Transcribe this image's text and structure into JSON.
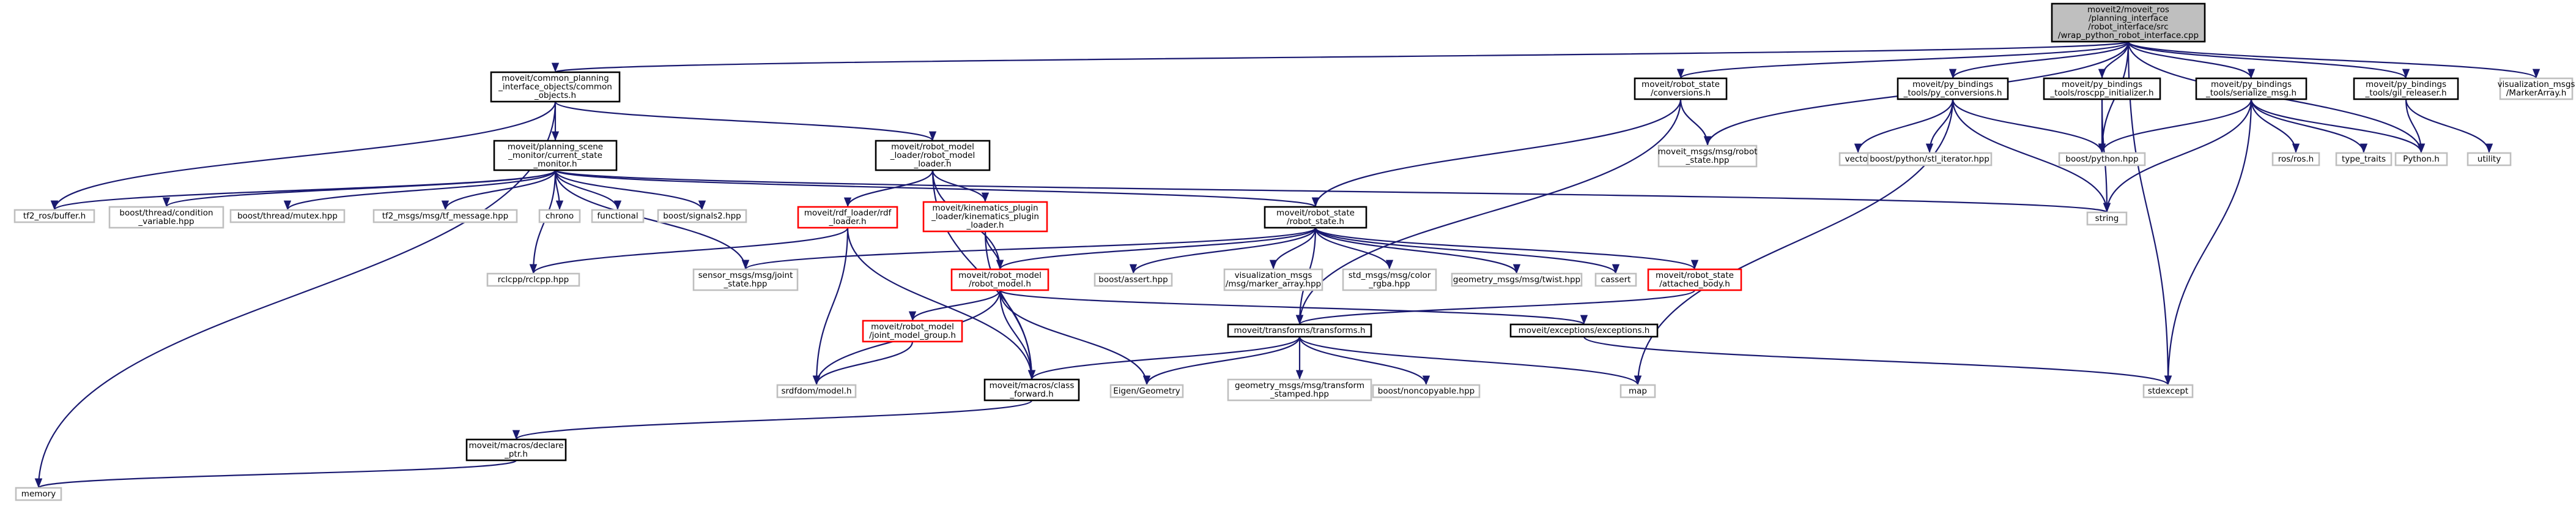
{
  "graph": {
    "title": "moveit2/moveit_ros/planning_interface/robot_interface/src/wrap_python_robot_interface.cpp",
    "colors": {
      "root_fill": "#bfbfbf",
      "doc_border": "#000000",
      "missing_border": "#bfbfbf",
      "truncated_border": "#ff0000",
      "edge": "#191970",
      "text": "#000000"
    },
    "nodes": {
      "root": {
        "lines": [
          "moveit2/moveit_ros",
          "/planning_interface",
          "/robot_interface/src",
          "/wrap_python_robot_interface.cpp"
        ],
        "kind": "root"
      },
      "cpi": {
        "lines": [
          "moveit/common_planning",
          "_interface_objects/common",
          "_objects.h"
        ],
        "kind": "doc"
      },
      "rsc": {
        "lines": [
          "moveit/robot_state",
          "/conversions.h"
        ],
        "kind": "doc"
      },
      "pyconv": {
        "lines": [
          "moveit/py_bindings",
          "_tools/py_conversions.h"
        ],
        "kind": "doc"
      },
      "rosinit": {
        "lines": [
          "moveit/py_bindings",
          "_tools/roscpp_initializer.h"
        ],
        "kind": "doc"
      },
      "sermsg": {
        "lines": [
          "moveit/py_bindings",
          "_tools/serialize_msg.h"
        ],
        "kind": "doc"
      },
      "gil": {
        "lines": [
          "moveit/py_bindings",
          "_tools/gil_releaser.h"
        ],
        "kind": "doc"
      },
      "vismarr": {
        "lines": [
          "visualization_msgs",
          "/MarkerArray.h"
        ],
        "kind": "missing"
      },
      "psm": {
        "lines": [
          "moveit/planning_scene",
          "_monitor/current_state",
          "_monitor.h"
        ],
        "kind": "doc"
      },
      "rml": {
        "lines": [
          "moveit/robot_model",
          "_loader/robot_model",
          "_loader.h"
        ],
        "kind": "doc"
      },
      "rsmsg": {
        "lines": [
          "moveit_msgs/msg/robot",
          "_state.hpp"
        ],
        "kind": "missing"
      },
      "vector": {
        "lines": [
          "vector"
        ],
        "kind": "missing"
      },
      "bpsi": {
        "lines": [
          "boost/python/stl_iterator.hpp"
        ],
        "kind": "missing"
      },
      "bpy": {
        "lines": [
          "boost/python.hpp"
        ],
        "kind": "missing"
      },
      "rosros": {
        "lines": [
          "ros/ros.h"
        ],
        "kind": "missing"
      },
      "typetraits": {
        "lines": [
          "type_traits"
        ],
        "kind": "missing"
      },
      "pythonh": {
        "lines": [
          "Python.h"
        ],
        "kind": "missing"
      },
      "utility": {
        "lines": [
          "utility"
        ],
        "kind": "missing"
      },
      "tf2buf": {
        "lines": [
          "tf2_ros/buffer.h"
        ],
        "kind": "missing"
      },
      "bthcond": {
        "lines": [
          "boost/thread/condition",
          "_variable.hpp"
        ],
        "kind": "missing"
      },
      "bthmutex": {
        "lines": [
          "boost/thread/mutex.hpp"
        ],
        "kind": "missing"
      },
      "tf2msg": {
        "lines": [
          "tf2_msgs/msg/tf_message.hpp"
        ],
        "kind": "missing"
      },
      "chrono": {
        "lines": [
          "chrono"
        ],
        "kind": "missing"
      },
      "functional": {
        "lines": [
          "functional"
        ],
        "kind": "missing"
      },
      "bsig2": {
        "lines": [
          "boost/signals2.hpp"
        ],
        "kind": "missing"
      },
      "urdf": {
        "lines": [
          "moveit/rdf_loader/rdf",
          "_loader.h"
        ],
        "kind": "truncated"
      },
      "kinplug": {
        "lines": [
          "moveit/kinematics_plugin",
          "_loader/kinematics_plugin",
          "_loader.h"
        ],
        "kind": "truncated"
      },
      "rstate": {
        "lines": [
          "moveit/robot_state",
          "/robot_state.h"
        ],
        "kind": "doc"
      },
      "string": {
        "lines": [
          "string"
        ],
        "kind": "missing"
      },
      "rclcpp": {
        "lines": [
          "rclcpp/rclcpp.hpp"
        ],
        "kind": "missing"
      },
      "sjoint": {
        "lines": [
          "sensor_msgs/msg/joint",
          "_state.hpp"
        ],
        "kind": "missing"
      },
      "rmodel": {
        "lines": [
          "moveit/robot_model",
          "/robot_model.h"
        ],
        "kind": "truncated"
      },
      "bassert": {
        "lines": [
          "boost/assert.hpp"
        ],
        "kind": "missing"
      },
      "vismark": {
        "lines": [
          "visualization_msgs",
          "/msg/marker_array.hpp"
        ],
        "kind": "missing"
      },
      "stdcolor": {
        "lines": [
          "std_msgs/msg/color",
          "_rgba.hpp"
        ],
        "kind": "missing"
      },
      "twist": {
        "lines": [
          "geometry_msgs/msg/twist.hpp"
        ],
        "kind": "missing"
      },
      "cassert": {
        "lines": [
          "cassert"
        ],
        "kind": "missing"
      },
      "attbody": {
        "lines": [
          "moveit/robot_state",
          "/attached_body.h"
        ],
        "kind": "truncated"
      },
      "jmg": {
        "lines": [
          "moveit/robot_model",
          "/joint_model_group.h"
        ],
        "kind": "truncated"
      },
      "transforms": {
        "lines": [
          "moveit/transforms/transforms.h"
        ],
        "kind": "doc"
      },
      "exceptions": {
        "lines": [
          "moveit/exceptions/exceptions.h"
        ],
        "kind": "doc"
      },
      "srdf": {
        "lines": [
          "srdfdom/model.h"
        ],
        "kind": "missing"
      },
      "classfwd": {
        "lines": [
          "moveit/macros/class",
          "_forward.h"
        ],
        "kind": "doc"
      },
      "eigen": {
        "lines": [
          "Eigen/Geometry"
        ],
        "kind": "missing"
      },
      "geotf": {
        "lines": [
          "geometry_msgs/msg/transform",
          "_stamped.hpp"
        ],
        "kind": "missing"
      },
      "bnoncopy": {
        "lines": [
          "boost/noncopyable.hpp"
        ],
        "kind": "missing"
      },
      "map": {
        "lines": [
          "map"
        ],
        "kind": "missing"
      },
      "stdexcept": {
        "lines": [
          "stdexcept"
        ],
        "kind": "missing"
      },
      "declptr": {
        "lines": [
          "moveit/macros/declare",
          "_ptr.h"
        ],
        "kind": "doc"
      },
      "memory": {
        "lines": [
          "memory"
        ],
        "kind": "missing"
      }
    },
    "edges": [
      [
        "root",
        "cpi"
      ],
      [
        "root",
        "rsc"
      ],
      [
        "root",
        "pyconv"
      ],
      [
        "root",
        "rosinit"
      ],
      [
        "root",
        "sermsg"
      ],
      [
        "root",
        "gil"
      ],
      [
        "root",
        "vismarr"
      ],
      [
        "root",
        "rsmsg"
      ],
      [
        "root",
        "bpy"
      ],
      [
        "root",
        "pythonh"
      ],
      [
        "root",
        "stdexcept"
      ],
      [
        "cpi",
        "psm"
      ],
      [
        "cpi",
        "rml"
      ],
      [
        "cpi",
        "tf2buf"
      ],
      [
        "cpi",
        "memory"
      ],
      [
        "rsc",
        "rstate"
      ],
      [
        "rsc",
        "rsmsg"
      ],
      [
        "rsc",
        "transforms"
      ],
      [
        "pyconv",
        "vector"
      ],
      [
        "pyconv",
        "bpsi"
      ],
      [
        "pyconv",
        "bpy"
      ],
      [
        "pyconv",
        "string"
      ],
      [
        "pyconv",
        "map"
      ],
      [
        "rosinit",
        "bpy"
      ],
      [
        "rosinit",
        "string"
      ],
      [
        "sermsg",
        "bpy"
      ],
      [
        "sermsg",
        "rosros"
      ],
      [
        "sermsg",
        "typetraits"
      ],
      [
        "sermsg",
        "pythonh"
      ],
      [
        "sermsg",
        "string"
      ],
      [
        "sermsg",
        "stdexcept"
      ],
      [
        "gil",
        "pythonh"
      ],
      [
        "gil",
        "utility"
      ],
      [
        "psm",
        "tf2buf"
      ],
      [
        "psm",
        "bthcond"
      ],
      [
        "psm",
        "bthmutex"
      ],
      [
        "psm",
        "tf2msg"
      ],
      [
        "psm",
        "chrono"
      ],
      [
        "psm",
        "functional"
      ],
      [
        "psm",
        "bsig2"
      ],
      [
        "psm",
        "rclcpp"
      ],
      [
        "psm",
        "sjoint"
      ],
      [
        "psm",
        "rstate"
      ],
      [
        "psm",
        "string"
      ],
      [
        "rml",
        "urdf"
      ],
      [
        "rml",
        "kinplug"
      ],
      [
        "rml",
        "rmodel"
      ],
      [
        "rml",
        "classfwd"
      ],
      [
        "urdf",
        "rclcpp"
      ],
      [
        "urdf",
        "srdf"
      ],
      [
        "urdf",
        "classfwd"
      ],
      [
        "kinplug",
        "rmodel"
      ],
      [
        "kinplug",
        "classfwd"
      ],
      [
        "rstate",
        "rmodel"
      ],
      [
        "rstate",
        "bassert"
      ],
      [
        "rstate",
        "vismark"
      ],
      [
        "rstate",
        "stdcolor"
      ],
      [
        "rstate",
        "twist"
      ],
      [
        "rstate",
        "cassert"
      ],
      [
        "rstate",
        "attbody"
      ],
      [
        "rstate",
        "transforms"
      ],
      [
        "rstate",
        "sjoint"
      ],
      [
        "attbody",
        "transforms"
      ],
      [
        "rmodel",
        "jmg"
      ],
      [
        "rmodel",
        "srdf"
      ],
      [
        "rmodel",
        "classfwd"
      ],
      [
        "rmodel",
        "eigen"
      ],
      [
        "rmodel",
        "exceptions"
      ],
      [
        "jmg",
        "srdf"
      ],
      [
        "transforms",
        "classfwd"
      ],
      [
        "transforms",
        "eigen"
      ],
      [
        "transforms",
        "geotf"
      ],
      [
        "transforms",
        "bnoncopy"
      ],
      [
        "transforms",
        "map"
      ],
      [
        "exceptions",
        "stdexcept"
      ],
      [
        "classfwd",
        "declptr"
      ],
      [
        "declptr",
        "memory"
      ]
    ]
  }
}
